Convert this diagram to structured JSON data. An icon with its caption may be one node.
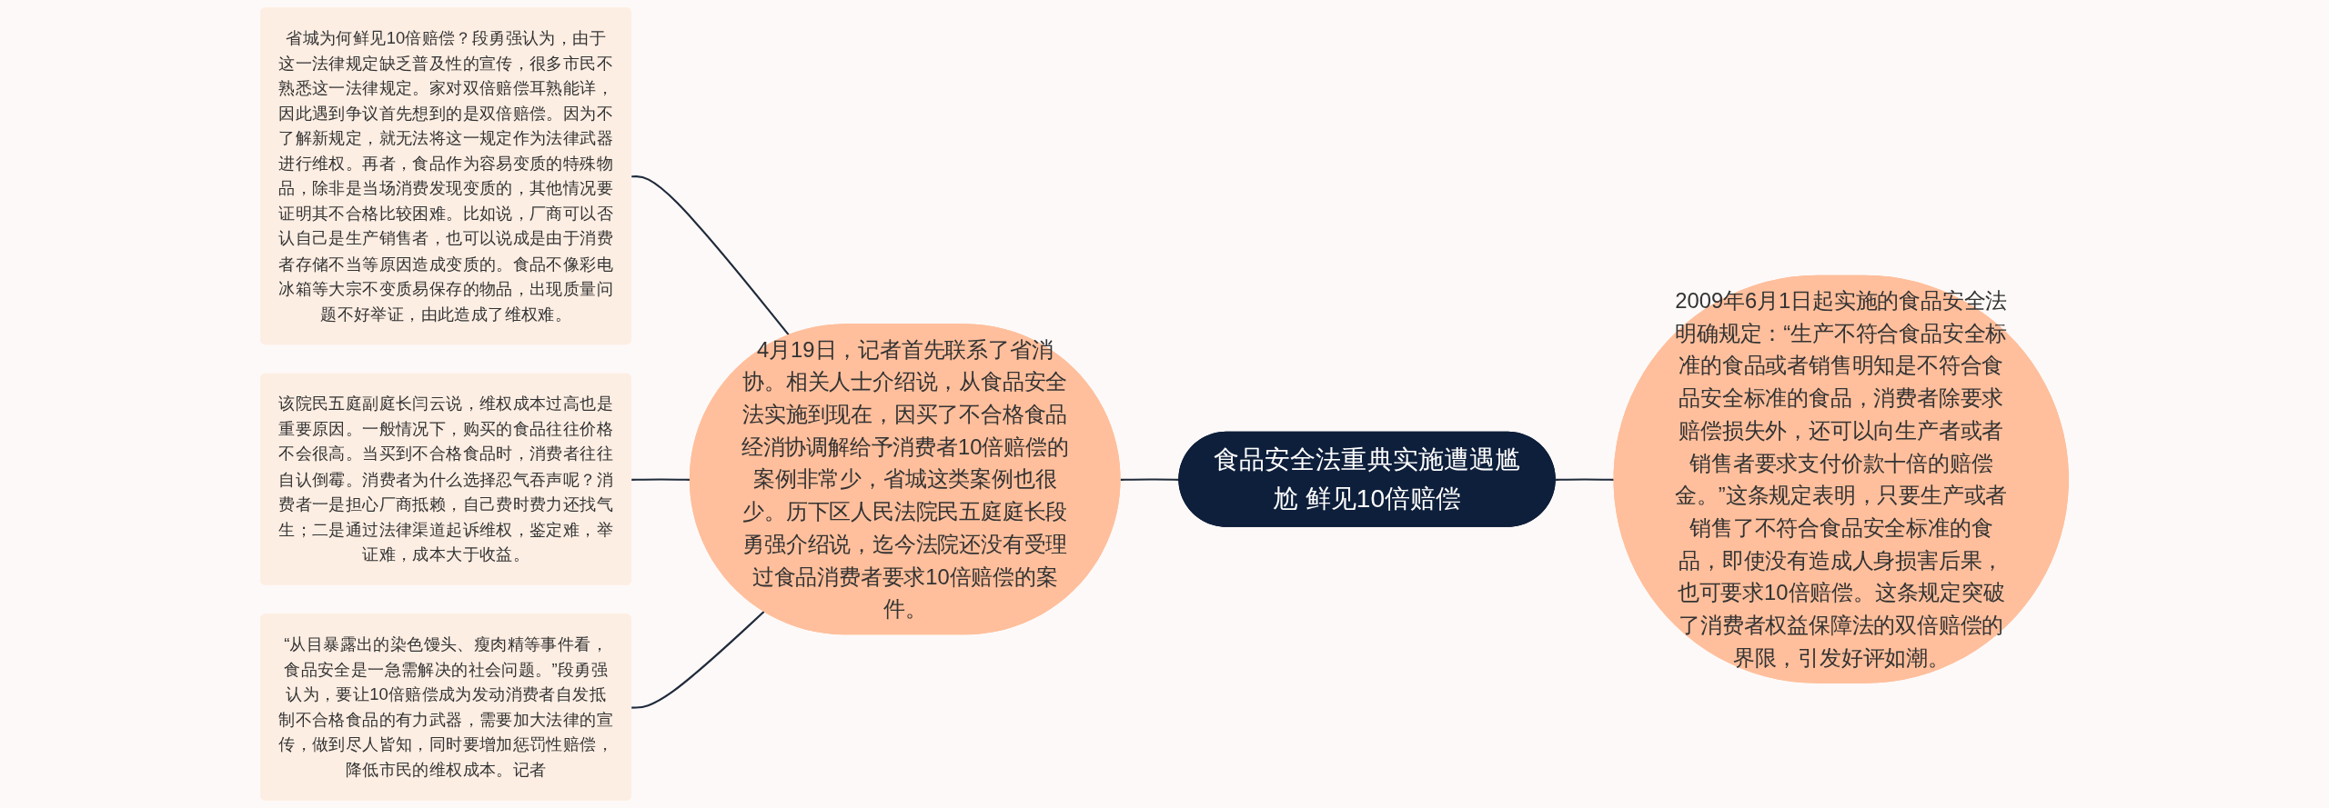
{
  "diagram": {
    "nodes": [
      {
        "text": [
          "食品安全法重典实施遭遇尴尬 鲜见10倍赔偿"
        ]
      },
      {
        "text": [
          "4月19日，记者首先联系了省消协。相关人士介绍说，从食品安全法实施到现在，因买了不合格食品经消协调解给予消费者10倍赔偿的案例非常少，省城这类案例也很少。历下区人民法院民五庭庭长段勇强介绍说，迄今法院还没有受理过食品消费者要求10倍赔偿的案件。"
        ]
      },
      {
        "text": [
          "2009年6月1日起实施的食品安全法明确规定：“生产不符合食品安全标准的食品或者销售明知是不符合食品安全标准的食品，消费者除要求赔偿损失外，还可以向生产者或者销售者要求支付价款十倍的赔偿金。”这条规定表明，只要生产或者销售了不符合食品安全标准的食品，即使没有造成人身损害后果，也可要求10倍赔偿。这条规定突破了消费者权益保障法的双倍赔偿的界限，引发好评如潮。"
        ]
      },
      {
        "text": [
          "省城为何鲜见10倍赔偿？段勇强认为，由于这一法律规定缺乏普及性的宣传，很多市民不熟悉这一法律规定。家对双倍赔偿耳熟能详，因此遇到争议首先想到的是双倍赔偿。因为不了解新规定，就无法将这一规定作为法律武器进行维权。再者，食品作为容易变质的特殊物品，除非是当场消费发现变质的，其他情况要证明其不合格比较困难。比如说，厂商可以否认自己是生产销售者，也可以说成是由于消费者存储不当等原因造成变质的。食品不像彩电冰箱等大宗不变质易保存的物品，出现质量问题不好举证，由此造成了维权难。"
        ]
      },
      {
        "text": [
          "该院民五庭副庭长闫云说，维权成本过高也是重要原因。一般情况下，购买的食品往往价格不会很高。当买到不合格食品时，消费者往往自认倒霉。消费者为什么选择忍气吞声呢？消费者一是担心厂商抵赖，自己费时费力还找气生；二是通过法律渠道起诉维权，鉴定难，举证难，成本大于收益。"
        ]
      },
      {
        "text": [
          "“从目暴露出的染色馒头、瘦肉精等事件看，食品安全是一急需解决的社会问题。”段勇强认为，要让10倍赔偿成为发动消费者自发抵制不合格食品的有力武器，需要加大法律的宣传，做到尽人皆知，同时要增加惩罚性赔偿，降低市民的维权成本。记者"
        ]
      }
    ],
    "edges": [
      {
        "from": 0,
        "to": 1,
        "arrow": "none"
      },
      {
        "from": 0,
        "to": 2,
        "arrow": "none"
      },
      {
        "from": 1,
        "to": 3,
        "arrow": "none"
      },
      {
        "from": 1,
        "to": 4,
        "arrow": "none"
      },
      {
        "from": 1,
        "to": 5,
        "arrow": "none"
      }
    ]
  }
}
